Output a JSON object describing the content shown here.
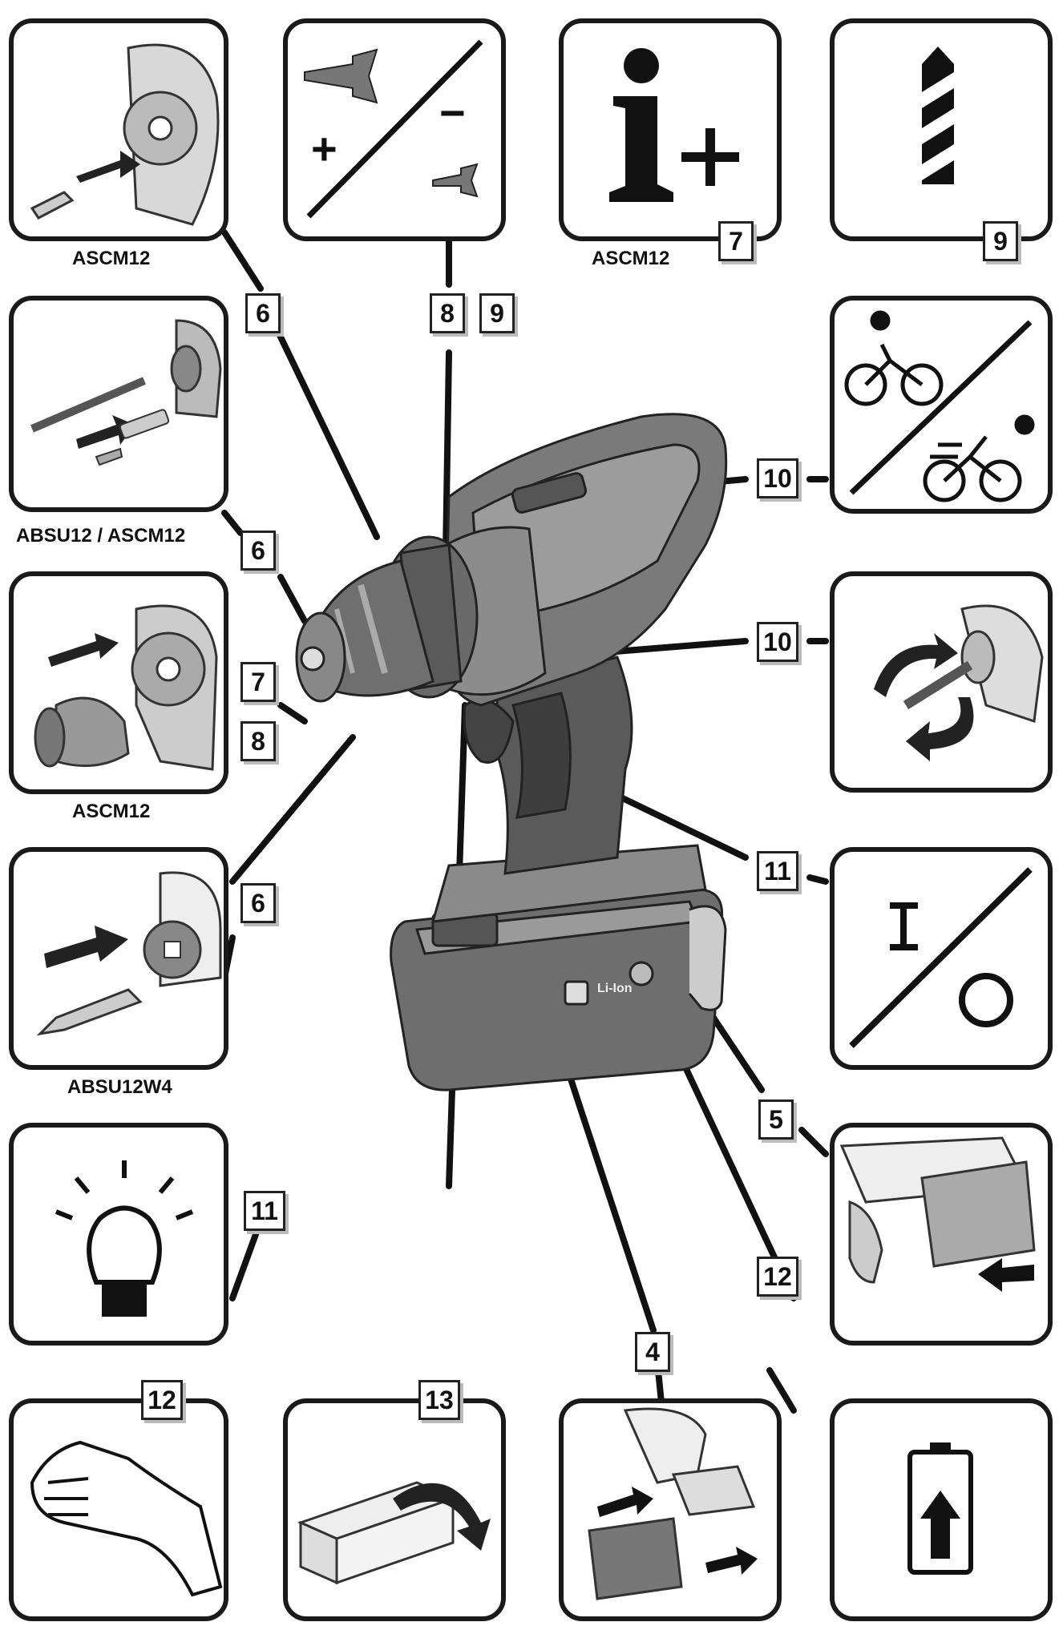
{
  "captions": {
    "panel_top_left": "ASCM12",
    "panel_top_info": "ASCM12",
    "panel_bit_holder": "ABSU12 / ASCM12",
    "panel_chuck": "ASCM12",
    "panel_quick_change": "ABSU12W4"
  },
  "callouts": {
    "c6_top": "6",
    "c8_top": "8",
    "c9_top": "9",
    "c7_info": "7",
    "c9_drill": "9",
    "c10_gear": "10",
    "c6_mid": "6",
    "c10_dir": "10",
    "c7_mid": "7",
    "c8_mid": "8",
    "c11_switch": "11",
    "c6_low": "6",
    "c5_clip": "5",
    "c11_light": "11",
    "c12_battery": "12",
    "c4_insert": "4",
    "c12_hand": "12",
    "c13_box": "13"
  },
  "symbols": {
    "torque_plus": "+",
    "torque_minus": "−"
  },
  "icons": [
    "bit-insert-icon",
    "torque-setting-icon",
    "info-icon",
    "drill-bit-icon",
    "bit-holder-icon",
    "gear-speed-icon",
    "chuck-change-icon",
    "rotation-direction-icon",
    "quick-change-chuck-icon",
    "on-off-switch-icon",
    "work-light-icon",
    "belt-clip-icon",
    "hand-icon",
    "packaging-icon",
    "battery-insert-icon",
    "battery-charge-icon",
    "cordless-drill-icon"
  ]
}
